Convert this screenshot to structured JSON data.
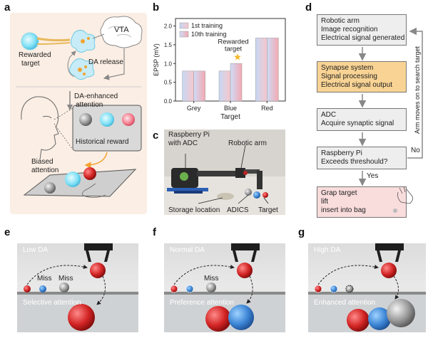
{
  "panel_labels": {
    "a": "a",
    "b": "b",
    "c": "c",
    "d": "d",
    "e": "e",
    "f": "f",
    "g": "g"
  },
  "panel_a": {
    "rewarded_target_line1": "Rewarded",
    "rewarded_target_line2": "target",
    "vta": "VTA",
    "da_release": "DA release",
    "da_enhanced_line1": "DA-enhanced",
    "da_enhanced_line2": "attention",
    "historical_reward": "Historical reward",
    "biased_line1": "Biased",
    "biased_line2": "attention"
  },
  "chart_data": {
    "type": "bar",
    "categories": [
      "Grey",
      "Blue",
      "Red"
    ],
    "series": [
      {
        "name": "1st training",
        "values": [
          0.8,
          0.8,
          1.68
        ]
      },
      {
        "name": "10th training",
        "values": [
          0.8,
          1.0,
          1.68
        ]
      }
    ],
    "xlabel": "Target",
    "ylabel": "EPSP (mV)",
    "ylim": [
      0,
      2.2
    ],
    "yticks": [
      "0.0",
      "0.5",
      "1.0",
      "1.5",
      "2.0"
    ],
    "annotation": "Rewarded target",
    "annotation_line1": "Rewarded",
    "annotation_line2": "target",
    "legend_position": "top-left",
    "grid": false,
    "colors": {
      "first_start": "#c6d8f4",
      "first_end": "#f7c6cc",
      "tenth_start": "#cfdcf7",
      "tenth_end": "#f4a9b2",
      "star": "#f5b82e"
    }
  },
  "panel_c": {
    "raspberry_line1": "Raspberry Pi",
    "raspberry_line2": "with ADC",
    "robotic_arm": "Robotic arm",
    "storage": "Storage location",
    "adics": "ADICS",
    "target": "Target"
  },
  "panel_d": {
    "box1": [
      "Robotic arm",
      "Image recognition",
      "Electrical signal generated"
    ],
    "box2": [
      "Synapse system",
      "Signal processing",
      "Electrical signal output"
    ],
    "box3": [
      "ADC",
      "Acquire synaptic signal"
    ],
    "box4": [
      "Raspberry Pi",
      "Exceeds threshould?"
    ],
    "box5": [
      "Grap target",
      "lift",
      "insert into bag"
    ],
    "yes": "Yes",
    "no": "No",
    "loop_text": "Arm moves on to search target",
    "colors": {
      "box": "#eeeeee",
      "highlight": "#f8d394",
      "final": "#f9dcdc"
    }
  },
  "panel_e": {
    "level": "Low DA",
    "miss1": "Miss",
    "miss2": "Miss",
    "mode": "Selective attention"
  },
  "panel_f": {
    "level": "Normal DA",
    "miss": "Miss",
    "mode": "Preference attention"
  },
  "panel_g": {
    "level": "High DA",
    "mode": "Enhanced attention"
  }
}
